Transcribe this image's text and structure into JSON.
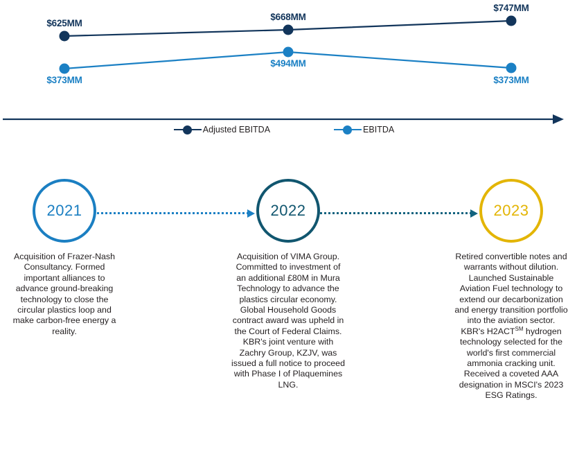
{
  "chart_data": {
    "type": "line",
    "title": "",
    "xlabel": "",
    "ylabel": "",
    "categories": [
      "2021",
      "2022",
      "2023"
    ],
    "grid": false,
    "legend_position": "bottom-center",
    "series": [
      {
        "name": "Adjusted EBITDA",
        "color": "#12355b",
        "values": [
          625,
          668,
          747
        ],
        "labels": [
          "$625MM",
          "$668MM",
          "$747MM"
        ],
        "label_positions": [
          "above",
          "above",
          "above"
        ],
        "points": [
          {
            "x": 93,
            "y": 52
          },
          {
            "x": 416,
            "y": 43
          },
          {
            "x": 738,
            "y": 30
          }
        ]
      },
      {
        "name": "EBITDA",
        "color": "#1b80c4",
        "values": [
          373,
          494,
          373
        ],
        "labels": [
          "$373MM",
          "$494MM",
          "$373MM"
        ],
        "label_positions": [
          "below",
          "below",
          "below"
        ],
        "points": [
          {
            "x": 93,
            "y": 99
          },
          {
            "x": 416,
            "y": 75
          },
          {
            "x": 738,
            "y": 98
          }
        ]
      }
    ],
    "units": "MM",
    "axis": {
      "baseline_y": 172,
      "arrow": "right"
    }
  },
  "legend": {
    "items": [
      {
        "label": "Adjusted EBITDA",
        "color": "#12355b",
        "marker": "line-dot-marker"
      },
      {
        "label": "EBITDA",
        "color": "#1b80c4",
        "marker": "line-dot-marker"
      }
    ]
  },
  "timeline": {
    "connector_colors": [
      "#1b80c4",
      "#12637f"
    ],
    "nodes": [
      {
        "year": "2021",
        "ring_color": "#1b7fc2",
        "year_color": "#1b7fc2",
        "text": "Acquisition of Frazer-Nash Consultancy. Formed important alliances to advance ground-breaking technology to close the circular plastics loop and make carbon-free energy a reality."
      },
      {
        "year": "2022",
        "ring_color": "#11566f",
        "year_color": "#11566f",
        "text": "Acquisition of VIMA Group. Committed to investment of an additional £80M in Mura Technology to advance the plastics circular economy. Global Household Goods contract award was upheld in the Court of Federal Claims. KBR's joint venture with Zachry Group, KZJV, was issued a full notice to proceed with Phase I of Plaquemines LNG."
      },
      {
        "year": "2023",
        "ring_color": "#e3b505",
        "year_color": "#e3b505",
        "text_pre": "Retired convertible notes and warrants without dilution. Launched Sustainable Aviation Fuel technology to extend our decarbonization and energy transition portfolio into the aviation sector. KBR's H2ACT",
        "text_sup": "SM",
        "text_post": " hydrogen technology selected for the world's first commercial ammonia cracking unit. Received a coveted AAA designation in MSCI's 2023 ESG Ratings."
      }
    ]
  }
}
